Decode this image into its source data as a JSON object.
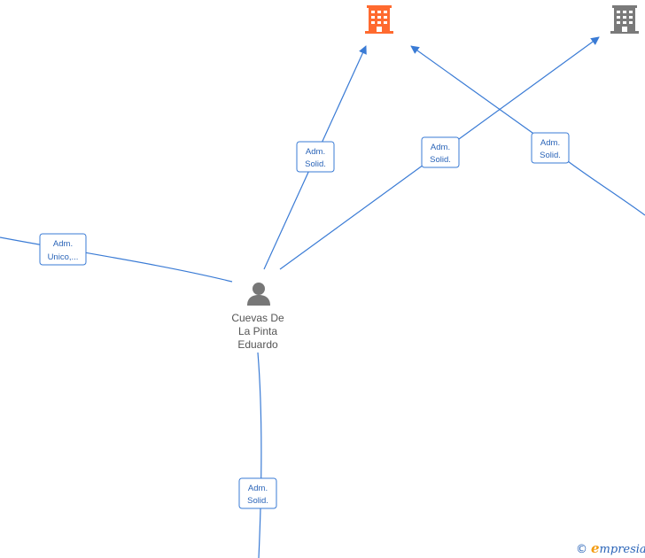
{
  "diagram": {
    "person": {
      "name_lines": [
        "Cuevas De",
        "La Pinta",
        "Eduardo"
      ],
      "icon": "person-icon",
      "color": "#777777"
    },
    "companies": [
      {
        "id": "company-main",
        "icon": "building-icon",
        "color": "#ff6a2f"
      },
      {
        "id": "company-secondary",
        "icon": "building-icon",
        "color": "#7a7a7a"
      }
    ],
    "edges": [
      {
        "id": "edge-to-main-company",
        "label_lines": [
          "Adm.",
          "Solid."
        ]
      },
      {
        "id": "edge-to-secondary-company",
        "label_lines": [
          "Adm.",
          "Solid."
        ]
      },
      {
        "id": "edge-right-to-main-company",
        "label_lines": [
          "Adm.",
          "Solid."
        ]
      },
      {
        "id": "edge-left",
        "label_lines": [
          "Adm.",
          "Unico,..."
        ]
      },
      {
        "id": "edge-bottom",
        "label_lines": [
          "Adm.",
          "Solid."
        ]
      }
    ],
    "accent_color": "#3a7bd5"
  },
  "footer": {
    "copyright_symbol": "©",
    "brand_initial": "e",
    "brand_rest": "mpresia"
  }
}
